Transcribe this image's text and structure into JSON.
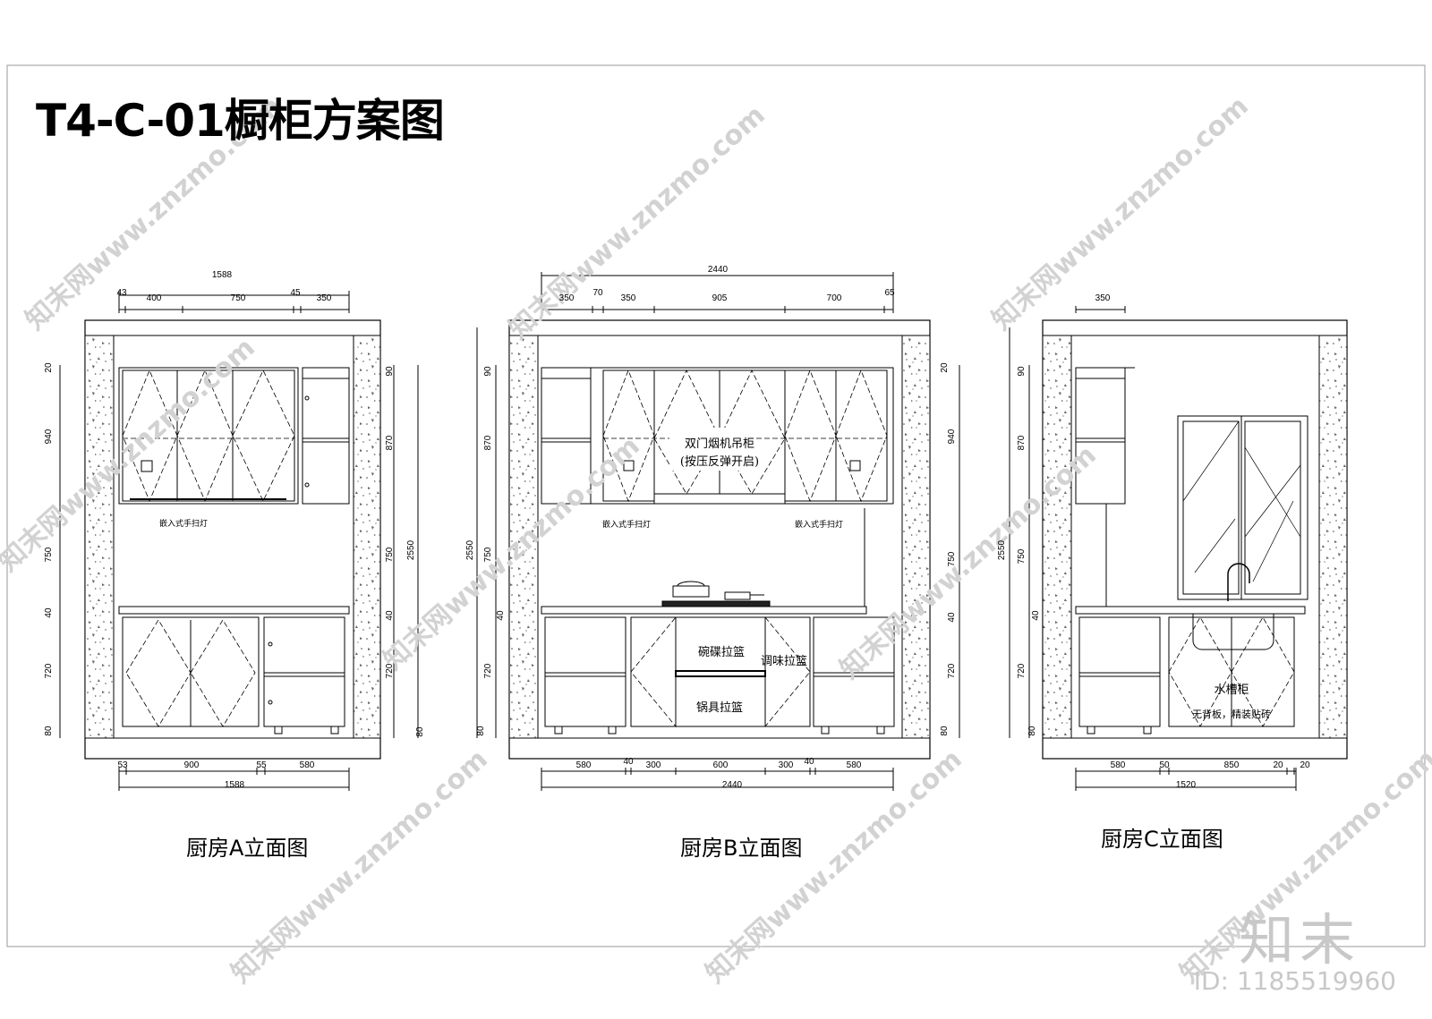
{
  "title": "T4-C-01橱柜方案图",
  "panels": {
    "a": {
      "label": "厨房A立面图",
      "top_total": "1588",
      "top_parts": [
        "43",
        "400",
        "750",
        "45",
        "350"
      ],
      "bottom_parts": [
        "53",
        "900",
        "55",
        "580"
      ],
      "bottom_total": "1588",
      "left_dims": [
        "20",
        "940",
        "750",
        "40",
        "720",
        "80"
      ],
      "right_dims": [
        "90",
        "870",
        "750",
        "40",
        "720",
        "80"
      ],
      "right_total": "2550",
      "note_light": "嵌入式手扫灯"
    },
    "b": {
      "label": "厨房B立面图",
      "top_total": "2440",
      "top_parts": [
        "350",
        "70",
        "350",
        "905",
        "700",
        "65"
      ],
      "bottom_parts": [
        "580",
        "40",
        "300",
        "600",
        "300",
        "40",
        "580"
      ],
      "bottom_total": "2440",
      "left_total": "2550",
      "left_dims": [
        "90",
        "870",
        "750",
        "40",
        "720",
        "80"
      ],
      "right_dims": [
        "20",
        "940",
        "750",
        "40",
        "720",
        "80"
      ],
      "note_hood": "双门烟机吊柜",
      "note_hood_sub": "(按压反弹开启)",
      "note_light_1": "嵌入式手扫灯",
      "note_light_2": "嵌入式手扫灯",
      "note_bowl": "碗碟拉篮",
      "note_spice": "调味拉篮",
      "note_pot": "锅具拉篮"
    },
    "c": {
      "label": "厨房C立面图",
      "top_parts": [
        "350"
      ],
      "bottom_parts": [
        "580",
        "50",
        "850",
        "20",
        "20"
      ],
      "bottom_total": "1520",
      "left_total": "2550",
      "left_dims": [
        "90",
        "870",
        "750",
        "40",
        "720",
        "80"
      ],
      "note_sink": "水槽柜",
      "note_sink_sub": "无背板，精装贴砖"
    }
  },
  "watermark": "知末网www.znzmo.com",
  "brand": "知末",
  "id_text": "ID: 1185519960"
}
